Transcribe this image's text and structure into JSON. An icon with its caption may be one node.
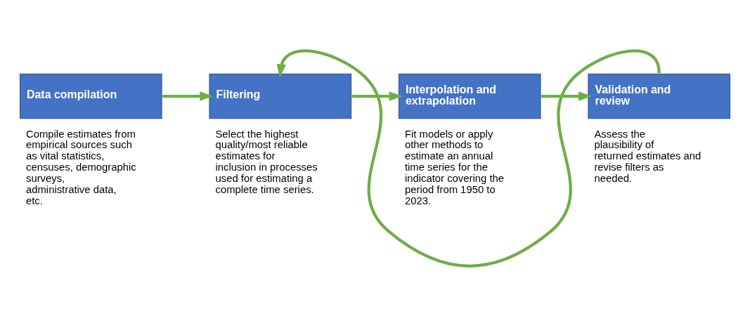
{
  "diagram": {
    "nodes": [
      {
        "text": [
          "Data compilation"
        ],
        "beside": [
          "Compile estimates from empirical sources such as vital statistics, censuses, demographic surveys, administrative data, etc."
        ]
      },
      {
        "text": [
          "Filtering"
        ],
        "beside": [
          "Select the highest quality/most reliable estimates for inclusion in processes used for estimating a complete time series."
        ]
      },
      {
        "text": [
          "Interpolation and extrapolation"
        ],
        "beside": [
          "Fit models or apply other methods to estimate an annual time series for the indicator covering the period from 1950 to 2023."
        ]
      },
      {
        "text": [
          "Validation and review"
        ],
        "beside": [
          "Assess the plausibility of returned estimates and revise filters as needed."
        ]
      }
    ],
    "edges": [
      {
        "from": 0,
        "to": 1,
        "arrow": "to"
      },
      {
        "from": 1,
        "to": 2,
        "arrow": "to"
      },
      {
        "from": 2,
        "to": 3,
        "arrow": "to"
      },
      {
        "from": 3,
        "to": 1,
        "arrow": "to"
      }
    ]
  }
}
